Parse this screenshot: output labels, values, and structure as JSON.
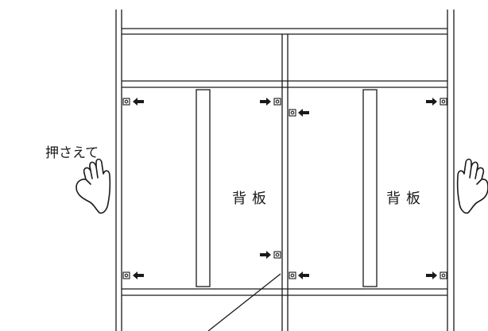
{
  "labels": {
    "push": "押さえて",
    "back_panel_left": "背板",
    "back_panel_right": "背板"
  },
  "icons": {
    "hand_left": "hand-icon",
    "hand_right": "hand-icon",
    "arrow": "arrow-icon",
    "screw": "screw-hole-icon"
  },
  "colors": {
    "line": "#1a1a1a",
    "background": "#ffffff"
  }
}
